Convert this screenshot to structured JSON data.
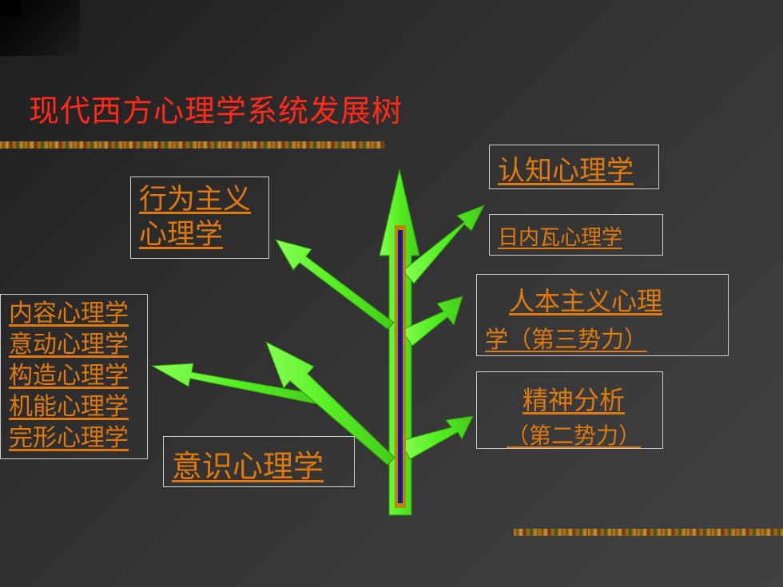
{
  "title": "现代西方心理学系统发展树",
  "nodes": {
    "cognitive": "认知心理学",
    "geneva": "日内瓦心理学",
    "humanistic_line1": "人本主义心理",
    "humanistic_line2": "学（第三势力）",
    "psychoanalysis_line1": "精神分析",
    "psychoanalysis_line2": "（第二势力）",
    "behaviorism_line1": "行为主义",
    "behaviorism_line2": "心理学",
    "consciousness": "意识心理学",
    "schools": [
      "内容心理学",
      "意动心理学",
      "构造心理学",
      "机能心理学",
      "完形心理学"
    ]
  },
  "colors": {
    "title": "#ff2a1a",
    "node_text": "#e07a10",
    "arrow": "#66ff33",
    "trunk_core": "#1a1a8a"
  }
}
